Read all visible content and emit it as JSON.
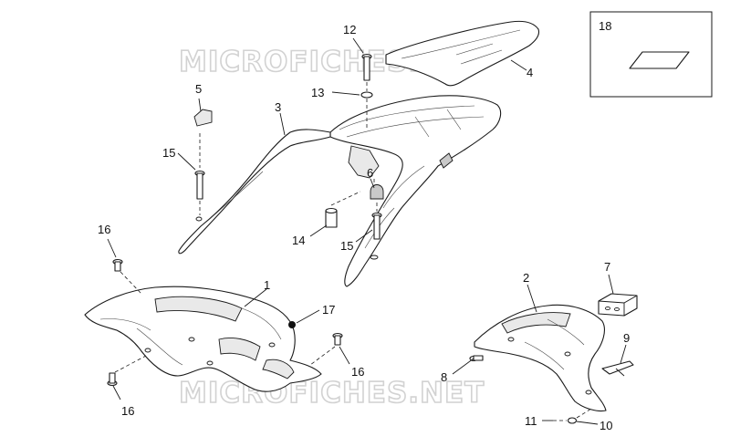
{
  "watermark": "MICROFICHES.NET",
  "inset_label": "18",
  "callouts": {
    "c1": "1",
    "c2": "2",
    "c3": "3",
    "c4": "4",
    "c5": "5",
    "c6": "6",
    "c7": "7",
    "c8": "8",
    "c9": "9",
    "c10": "10",
    "c11": "11",
    "c12": "12",
    "c13": "13",
    "c14": "14",
    "c15a": "15",
    "c15b": "15",
    "c16a": "16",
    "c16b": "16",
    "c16c": "16",
    "c17": "17"
  }
}
